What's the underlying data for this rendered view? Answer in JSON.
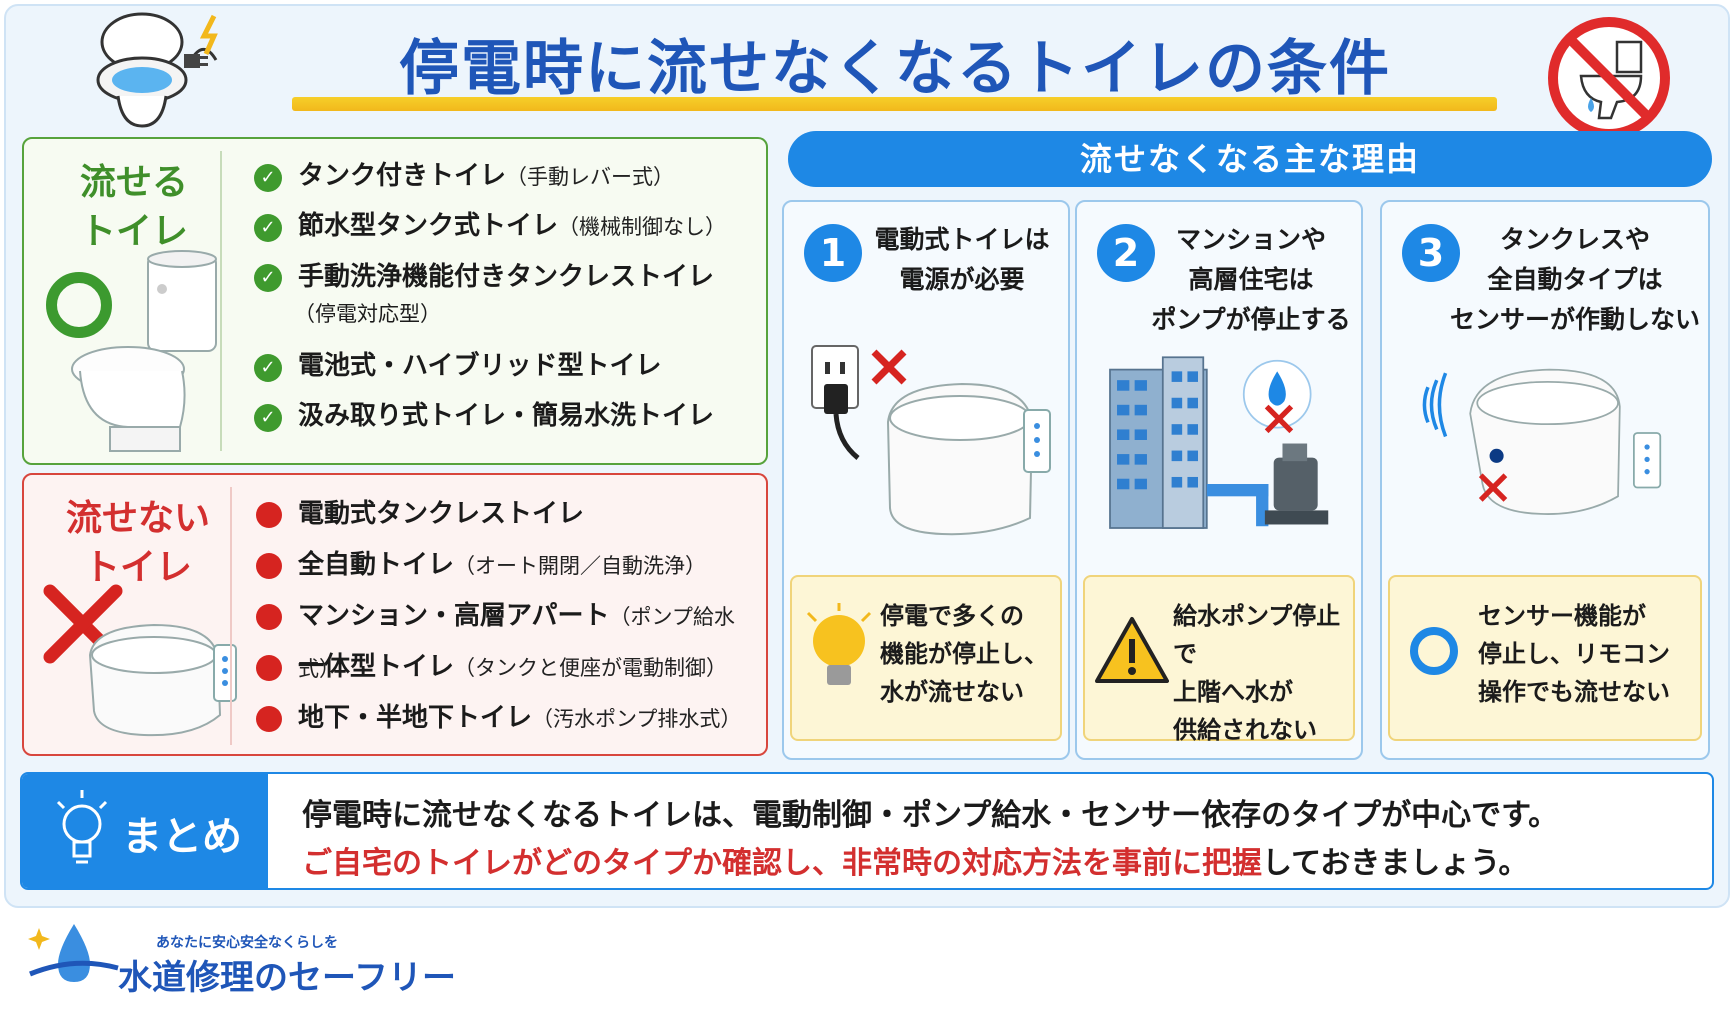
{
  "header": {
    "title": "停電時に流せなくなるトイレの条件"
  },
  "flushable": {
    "heading_line1": "流せる",
    "heading_line2": "トイレ",
    "items": [
      {
        "main": "タンク付きトイレ",
        "sub": "（手動レバー式）"
      },
      {
        "main": "節水型タンク式トイレ",
        "sub": "（機械制御なし）"
      },
      {
        "main": "手動洗浄機能付きタンクレストイレ",
        "sub": "（停電対応型）"
      },
      {
        "main": "電池式・ハイブリッド型トイレ",
        "sub": ""
      },
      {
        "main": "汲み取り式トイレ・簡易水洗トイレ",
        "sub": ""
      }
    ]
  },
  "not_flushable": {
    "heading_line1": "流せない",
    "heading_line2": "トイレ",
    "items": [
      {
        "main": "電動式タンクレストイレ",
        "sub": ""
      },
      {
        "main": "全自動トイレ",
        "sub": "（オート開閉／自動洗浄）"
      },
      {
        "main": "マンション・高層アパート",
        "sub": "（ポンプ給水式）"
      },
      {
        "main": "一体型トイレ",
        "sub": "（タンクと便座が電動制御）"
      },
      {
        "main": "地下・半地下トイレ",
        "sub": "（汚水ポンプ排水式）"
      }
    ]
  },
  "reasons": {
    "heading": "流せなくなる主な理由",
    "items": [
      {
        "number": "1",
        "title_line1": "電動式トイレは",
        "title_line2": "電源が必要",
        "title_line3": "",
        "box_line1": "停電で多くの",
        "box_line2": "機能が停止し、",
        "box_line3": "水が流せない",
        "box_icon": "lightbulb-icon"
      },
      {
        "number": "2",
        "title_line1": "マンションや",
        "title_line2": "高層住宅は",
        "title_line3": "ポンプが停止する",
        "box_line1": "給水ポンプ停止で",
        "box_line2": "上階へ水が",
        "box_line3": "供給されない",
        "box_icon": "warning-icon"
      },
      {
        "number": "3",
        "title_line1": "タンクレスや",
        "title_line2": "全自動タイプは",
        "title_line3": "センサーが作動しない",
        "box_line1": "センサー機能が",
        "box_line2": "停止し、リモコン",
        "box_line3": "操作でも流せない",
        "box_icon": "circle-icon"
      }
    ]
  },
  "summary": {
    "label": "まとめ",
    "line1": "停電時に流せなくなるトイレは、電動制御・ポンプ給水・センサー依存のタイプが中心です。",
    "line2_part1": "ご自宅のトイレがどのタイプか確認し、",
    "line2_part2": "非常時の対応方法を事前に把握",
    "line2_part3": "しておきましょう。"
  },
  "logo": {
    "tagline": "あなたに安心安全なくらしを",
    "name": "水道修理のセーフリー"
  },
  "colors": {
    "primary_blue": "#1e88e5",
    "ok_green": "#3f9a2e",
    "ng_red": "#d62420",
    "note_yellow": "#fdf6d6"
  }
}
